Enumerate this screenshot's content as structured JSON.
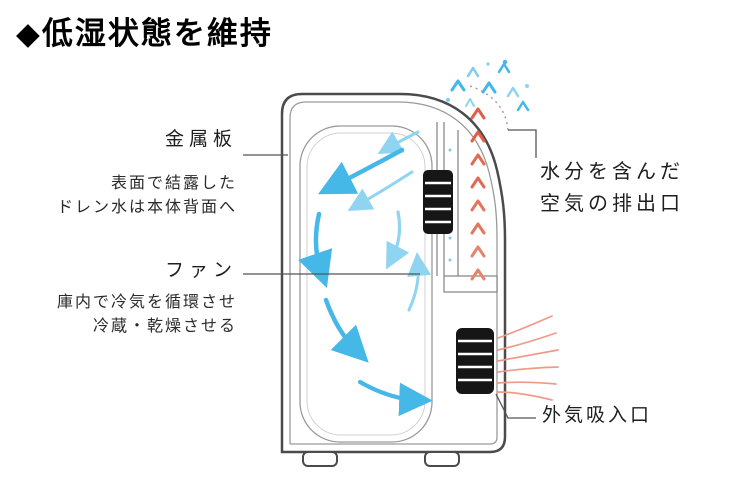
{
  "title": "◆低湿状態を維持",
  "labels": {
    "metal_plate": {
      "name": "金属板",
      "desc_line1": "表面で結露した",
      "desc_line2": "ドレン水は本体背面へ"
    },
    "fan": {
      "name": "ファン",
      "desc_line1": "庫内で冷気を循環させ",
      "desc_line2": "冷蔵・乾燥させる"
    },
    "exhaust_port": {
      "line1": "水分を含んだ",
      "line2": "空気の排出口"
    },
    "intake_port": {
      "name": "外気吸入口"
    }
  },
  "colors": {
    "cold_air_blue": "#45b8e8",
    "cold_air_light_blue": "#8fd4f0",
    "warm_air_red": "#de5f4a",
    "intake_pink": "#f09a8a",
    "outline_gray": "#4b4b4b",
    "text_black": "#1e1e1e"
  }
}
